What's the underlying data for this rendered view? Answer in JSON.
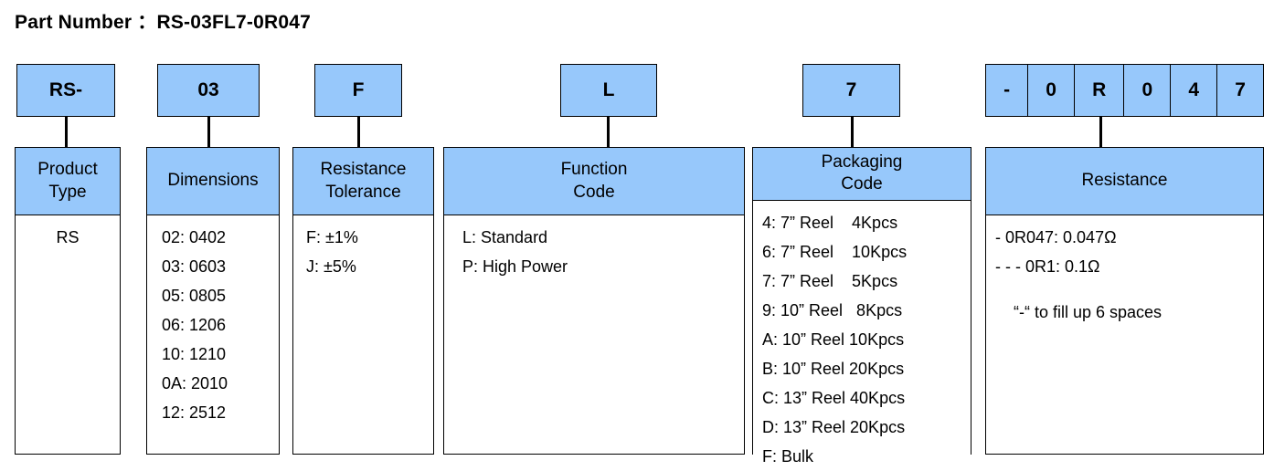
{
  "title": {
    "label": "Part Number ：",
    "value": "RS-03FL7-0R047"
  },
  "theme": {
    "box_fill": "#97C8FB",
    "border": "#000000",
    "page_bg": "#FFFFFF"
  },
  "codes": [
    {
      "id": "product-type",
      "text": "RS-"
    },
    {
      "id": "dimensions",
      "text": "03"
    },
    {
      "id": "tolerance",
      "text": "F"
    },
    {
      "id": "function",
      "text": "L"
    },
    {
      "id": "packaging",
      "text": "7"
    }
  ],
  "resistance_code_cells": [
    "-",
    "0",
    "R",
    "0",
    "4",
    "7"
  ],
  "columns": [
    {
      "id": "product-type",
      "header": [
        "Product",
        "Type"
      ],
      "items": [
        "RS"
      ],
      "note_lines": []
    },
    {
      "id": "dimensions",
      "header": [
        "Dimensions"
      ],
      "items": [
        "02: 0402",
        "03: 0603",
        "05: 0805",
        "06: 1206",
        "10: 1210",
        "0A: 2010",
        "12: 2512"
      ],
      "note_lines": []
    },
    {
      "id": "resistance-tolerance",
      "header": [
        "Resistance",
        "Tolerance"
      ],
      "items": [
        "F: ±1%",
        "J: ±5%"
      ],
      "note_lines": []
    },
    {
      "id": "function-code",
      "header": [
        "Function",
        "Code"
      ],
      "items": [
        "L: Standard",
        "P: High Power"
      ],
      "note_lines": []
    },
    {
      "id": "packaging-code",
      "header": [
        "Packaging",
        "Code"
      ],
      "items": [
        "4: 7” Reel    4Kpcs",
        "6: 7” Reel    10Kpcs",
        "7: 7” Reel    5Kpcs",
        "9: 10” Reel   8Kpcs",
        "A: 10” Reel 10Kpcs",
        "B: 10” Reel 20Kpcs",
        "C: 13” Reel 40Kpcs",
        "D: 13” Reel 20Kpcs",
        "F: Bulk"
      ],
      "note_lines": []
    },
    {
      "id": "resistance",
      "header": [
        "Resistance"
      ],
      "items": [
        "- 0R047: 0.047Ω",
        "- - - 0R1: 0.1Ω"
      ],
      "note_lines": [
        "“-“ to fill up 6 spaces"
      ]
    }
  ]
}
